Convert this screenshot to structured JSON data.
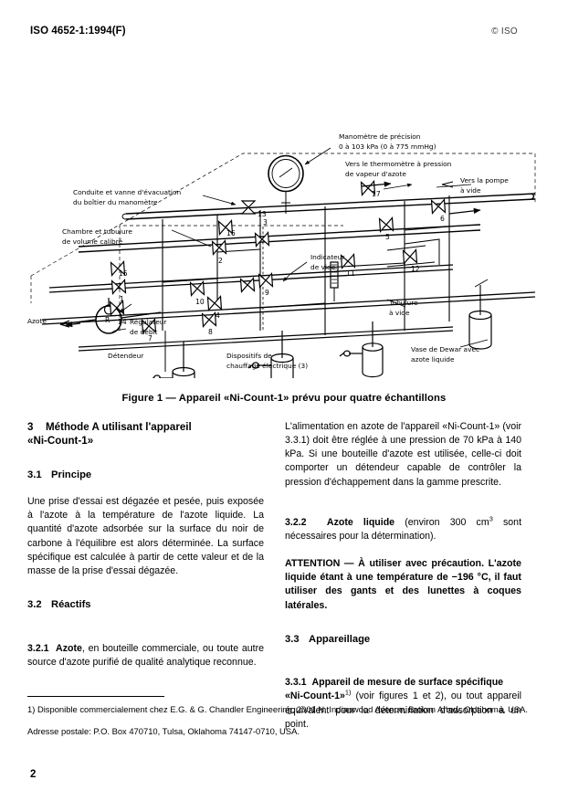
{
  "header": {
    "standard_ref": "ISO 4652-1:1994(F)",
    "copyright": "© ISO"
  },
  "figure": {
    "caption": "Figure 1 — Appareil «Ni-Count-1» prévu pour quatre échantillons",
    "labels": {
      "manometre_l1": "Manomètre de précision",
      "manometre_l2": "0 à 103 kPa (0 à 775 mmHg)",
      "thermometre_l1": "Vers le thermomètre à pression",
      "thermometre_l2": "de vapeur d'azote",
      "pompe_l1": "Vers la pompe",
      "pompe_l2": "à vide",
      "conduite_l1": "Conduite et vanne d'évacuation",
      "conduite_l2": "du boîtier du manomètre",
      "chambre_l1": "Chambre et tubulure",
      "chambre_l2": "de volume calibré",
      "indicateur_l1": "Indicateur",
      "indicateur_l2": "de vide",
      "azote": "Azote",
      "regulateur_l1": "Régulateur",
      "regulateur_l2": "de débit",
      "detendeur": "Détendeur",
      "tubulure_l1": "Tubulure",
      "tubulure_l2": "à vide",
      "dewar_l1": "Vase de Dewar avec",
      "dewar_l2": "azote liquide",
      "chauffage_l1": "Dispositifs de",
      "chauffage_l2": "chauffage électrique (3)",
      "regulator_symbol": "R"
    },
    "valve_numbers": [
      "1",
      "2",
      "3",
      "4",
      "5",
      "6",
      "7",
      "8",
      "9",
      "10",
      "11",
      "12",
      "13",
      "14",
      "15",
      "16",
      "17"
    ]
  },
  "left_column": {
    "section_3_num": "3",
    "section_3_title_l1": "Méthode A utilisant l'appareil",
    "section_3_title_l2": "«Ni-Count-1»",
    "section_31_num": "3.1",
    "section_31_title": "Principe",
    "principe_text": "Une prise d'essai est dégazée et pesée, puis exposée à l'azote à la température de l'azote liquide. La quantité d'azote adsorbée sur la surface du noir de carbone à l'équilibre est alors déterminée. La surface spécifique est calculée à partir de cette valeur et de la masse de la prise d'essai dégazée.",
    "section_32_num": "3.2",
    "section_32_title": "Réactifs",
    "section_321_num": "3.2.1",
    "section_321_runin": "Azote",
    "section_321_text": ", en bouteille commerciale, ou toute autre source d'azote purifié de qualité analytique reconnue."
  },
  "right_column": {
    "alimentation_text": "L'alimentation en azote de l'appareil «Ni-Count-1» (voir 3.3.1) doit être réglée à une pression de 70 kPa à 140 kPa. Si une bouteille d'azote est utilisée, celle-ci doit comporter un détendeur capable de contrôler la pression d'échappement dans la gamme prescrite.",
    "section_322_num": "3.2.2",
    "section_322_runin": "Azote liquide",
    "section_322_text_a": " (environ 300 cm",
    "section_322_sup": "3",
    "section_322_text_b": " sont nécessaires pour la détermination).",
    "attention_text": "ATTENTION — À utiliser avec précaution. L'azote liquide étant à une température de −196 °C, il faut utiliser des gants et des lunettes à coques latérales.",
    "section_33_num": "3.3",
    "section_33_title": "Appareillage",
    "section_331_num": "3.3.1",
    "section_331_runin_l1": "Appareil de mesure de surface spécifique",
    "section_331_runin_l2": "«Ni-Count-1»",
    "section_331_sup": "1)",
    "section_331_text": " (voir figures 1 et 2), ou tout appareil équivalent pour la détermination d'adsorption à un point."
  },
  "footnote": {
    "line1": "1)  Disponible commercialement chez E.G. & G. Chandler Engineering, 2001 N. Indianwood Avenue, Broken Arrow, Oklahoma, USA.",
    "line2": "Adresse postale: P.O. Box 470710, Tulsa, Oklahoma 74147-0710, USA."
  },
  "page_number": "2"
}
